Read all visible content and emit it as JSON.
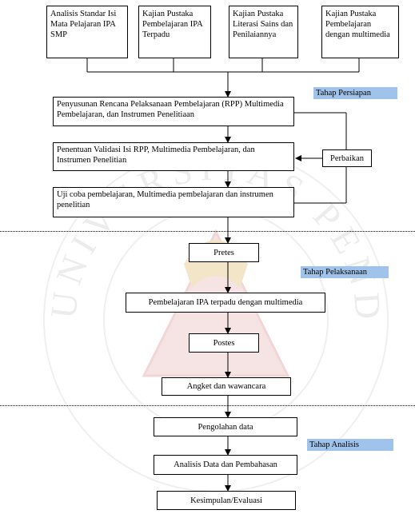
{
  "sources": [
    "Analisis Standar Isi Mata Pelajaran IPA SMP",
    "Kajian Pustaka Pembelajaran IPA Terpadu",
    "Kajian Pustaka Literasi Sains dan Penilaiannya",
    "Kajian Pustaka Pembelajaran dengan multimedia"
  ],
  "phases": {
    "persiapan": "Tahap Persiapan",
    "pelaksanaan": "Tahap Pelaksanaan",
    "analisis": "Tahap Analisis"
  },
  "steps": {
    "penyusunan": "Penyusunan Rencana Pelaksanaan Pembelajaran (RPP) Multimedia Pembelajaran, dan Instrumen Penelitiaan",
    "validasi": "Penentuan Validasi Isi RPP,  Multimedia Pembelajaran, dan Instrumen Penelitian",
    "ujicoba": "Uji coba pembelajaran, Multimedia pembelajaran  dan instrumen penelitian",
    "perbaikan": "Perbaikan",
    "pretes": "Pretes",
    "pembelajaran": "Pembelajaran IPA terpadu dengan multimedia",
    "postes": "Postes",
    "angket": "Angket dan wawancara",
    "pengolahan": "Pengolahan data",
    "analisis_data": "Analisis Data dan Pembahasan",
    "kesimpulan": "Kesimpulan/Evaluasi"
  },
  "watermark_text": "UNIVERSITAS PENDIDIKAN INDONESIA",
  "colors": {
    "phase_tag": "#9fc3ea",
    "watermark": "#e9e9e9",
    "watermark_logo": "#f2dada"
  }
}
